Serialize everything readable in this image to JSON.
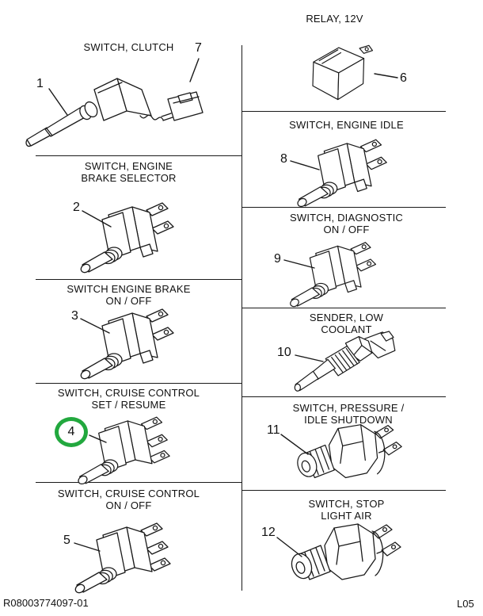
{
  "page": {
    "doc_number": "R08003774097-01",
    "page_code": "L05",
    "highlight_color": "#22a83e",
    "line_color": "#1a1a1a"
  },
  "cells": {
    "left": [
      {
        "title1": "SWITCH, CLUTCH",
        "title2": "",
        "illustration": "clutch-switch-with-connector",
        "items": [
          {
            "num": "1",
            "highlighted": false
          },
          {
            "num": "7",
            "highlighted": false
          }
        ]
      },
      {
        "title1": "SWITCH, ENGINE",
        "title2": "BRAKE SELECTOR",
        "illustration": "toggle-switch",
        "items": [
          {
            "num": "2",
            "highlighted": false
          }
        ]
      },
      {
        "title1": "SWITCH ENGINE BRAKE",
        "title2": "ON / OFF",
        "illustration": "toggle-switch",
        "items": [
          {
            "num": "3",
            "highlighted": false
          }
        ]
      },
      {
        "title1": "SWITCH, CRUISE CONTROL",
        "title2": "SET / RESUME",
        "illustration": "toggle-switch-3-terminals",
        "items": [
          {
            "num": "4",
            "highlighted": true
          }
        ]
      },
      {
        "title1": "SWITCH, CRUISE CONTROL",
        "title2": "ON / OFF",
        "illustration": "toggle-switch-3-terminals",
        "items": [
          {
            "num": "5",
            "highlighted": false
          }
        ]
      }
    ],
    "right": [
      {
        "title1": "RELAY, 12V",
        "title2": "",
        "illustration": "relay-cube",
        "items": [
          {
            "num": "6",
            "highlighted": false
          }
        ]
      },
      {
        "title1": "SWITCH, ENGINE IDLE",
        "title2": "",
        "illustration": "toggle-switch",
        "items": [
          {
            "num": "8",
            "highlighted": false
          }
        ]
      },
      {
        "title1": "SWITCH, DIAGNOSTIC",
        "title2": "ON / OFF",
        "illustration": "toggle-switch",
        "items": [
          {
            "num": "9",
            "highlighted": false
          }
        ]
      },
      {
        "title1": "SENDER, LOW",
        "title2": "COOLANT",
        "illustration": "coolant-sender-probe",
        "items": [
          {
            "num": "10",
            "highlighted": false
          }
        ]
      },
      {
        "title1": "SWITCH, PRESSURE /",
        "title2": "IDLE SHUTDOWN",
        "illustration": "pressure-switch",
        "items": [
          {
            "num": "11",
            "highlighted": false
          }
        ]
      },
      {
        "title1": "SWITCH, STOP",
        "title2": "LIGHT AIR",
        "illustration": "pressure-switch",
        "items": [
          {
            "num": "12",
            "highlighted": false
          }
        ]
      }
    ]
  }
}
